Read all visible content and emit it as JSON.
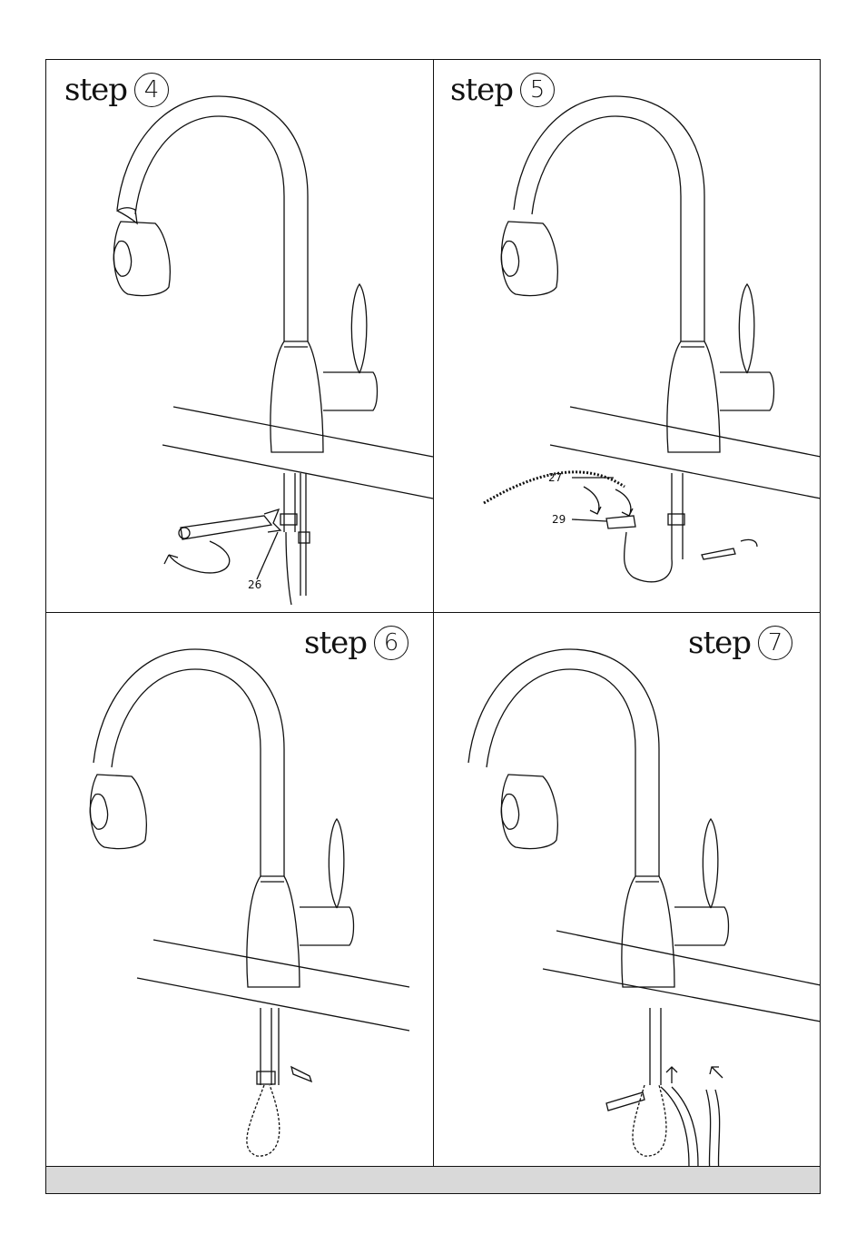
{
  "panels": [
    {
      "step_word": "step",
      "step_number": "4",
      "part_labels": [
        "26"
      ]
    },
    {
      "step_word": "step",
      "step_number": "5",
      "part_labels": [
        "27",
        "29"
      ]
    },
    {
      "step_word": "step",
      "step_number": "6",
      "part_labels": []
    },
    {
      "step_word": "step",
      "step_number": "7",
      "part_labels": []
    }
  ],
  "colors": {
    "ink": "#111111",
    "footer": "#d9d9d9"
  }
}
